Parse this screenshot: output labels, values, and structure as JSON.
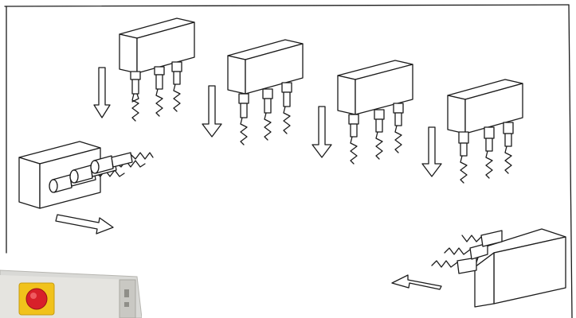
{
  "figure": {
    "kind": "multi-spindle drilling head illustration",
    "spindle_units": [
      {
        "id": "unit-1",
        "direction": "down",
        "spindles": 3
      },
      {
        "id": "unit-2",
        "direction": "down",
        "spindles": 3
      },
      {
        "id": "unit-3",
        "direction": "down",
        "spindles": 3
      },
      {
        "id": "unit-4",
        "direction": "down",
        "spindles": 3
      },
      {
        "id": "unit-5",
        "direction": "right",
        "spindles": 3
      },
      {
        "id": "unit-6",
        "direction": "left",
        "spindles": 3
      }
    ],
    "colors": {
      "line": "#1b1b1b",
      "background": "#ffffff",
      "emergency_stop_red": "#d8202a",
      "emergency_stop_yellow": "#f1c21b",
      "panel_grey": "#d9d9d6"
    }
  },
  "control_panel": {
    "icon": "emergency-stop-icon"
  }
}
